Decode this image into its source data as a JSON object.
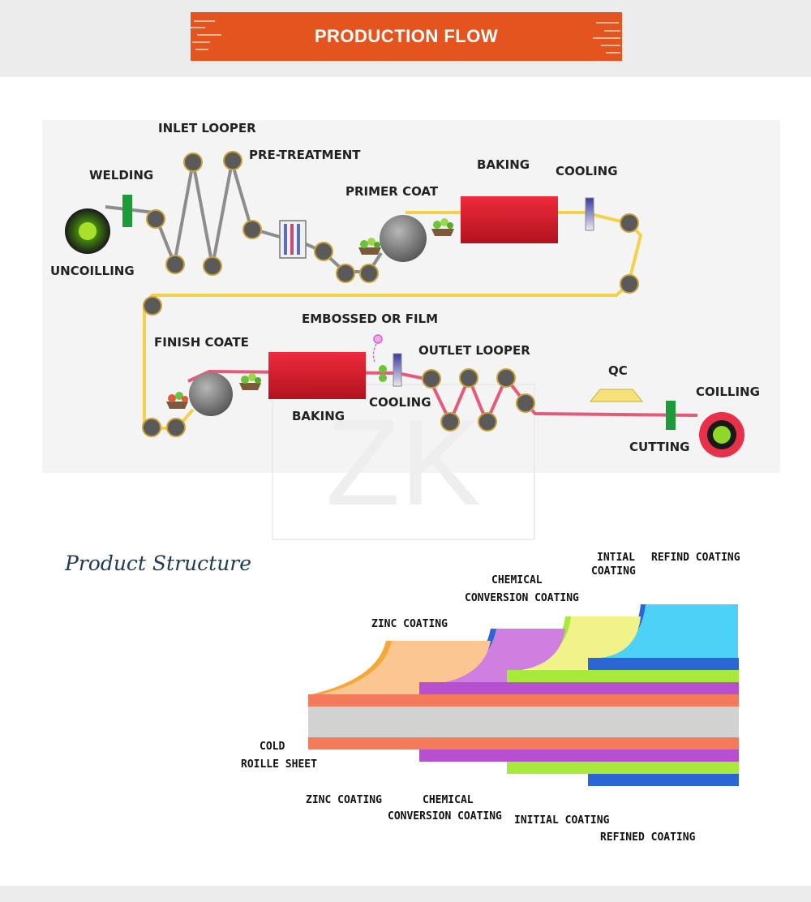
{
  "header": {
    "title": "PRODUCTION FLOW"
  },
  "flow_labels": {
    "inlet_looper": "INLET LOOPER",
    "pre_treatment": "PRE-TREATMENT",
    "welding": "WELDING",
    "uncoilling": "UNCOILLING",
    "primer_coat": "PRIMER COAT",
    "baking_1": "BAKING",
    "cooling_1": "COOLING",
    "embossed_or_film": "EMBOSSED OR FILM",
    "finish_coate": "FINISH COATE",
    "outlet_looper": "OUTLET LOOPER",
    "baking_2": "BAKING",
    "cooling_2": "COOLING",
    "qc": "QC",
    "coilling": "COILLING",
    "cutting": "CUTTING"
  },
  "watermark": "ZK",
  "structure": {
    "title": "Product Structure",
    "top_labels": {
      "zinc": "ZINC COATING",
      "chem_1": "CHEMICAL",
      "chem_2": "CONVERSION COATING",
      "initial_1": "INTIAL",
      "initial_2": "COATING",
      "refined": "REFIND COATING"
    },
    "bottom_labels": {
      "cold_1": "COLD",
      "cold_2": "ROILLE SHEET",
      "zinc": "ZINC COATING",
      "chem_1": "CHEMICAL",
      "chem_2": "CONVERSION COATING",
      "initial": "INITIAL COATING",
      "refined": "REFINED COATING"
    },
    "colors": {
      "sheet": "#d2d2d2",
      "zinc": "#f37b5c",
      "zinc_flap": "#fcc692",
      "chemical": "#b64fd0",
      "chemical_flap": "#cf7fe0",
      "initial": "#a8ea3c",
      "initial_flap": "#f1f38a",
      "refined": "#2b66d4",
      "refined_flap": "#4ed1f7"
    }
  },
  "colors": {
    "banner": "#e4541f",
    "oven": "#d81e33",
    "line_yellow": "#f1d24a",
    "line_pink": "#e45a7a",
    "roller": "#5a5a5a"
  }
}
